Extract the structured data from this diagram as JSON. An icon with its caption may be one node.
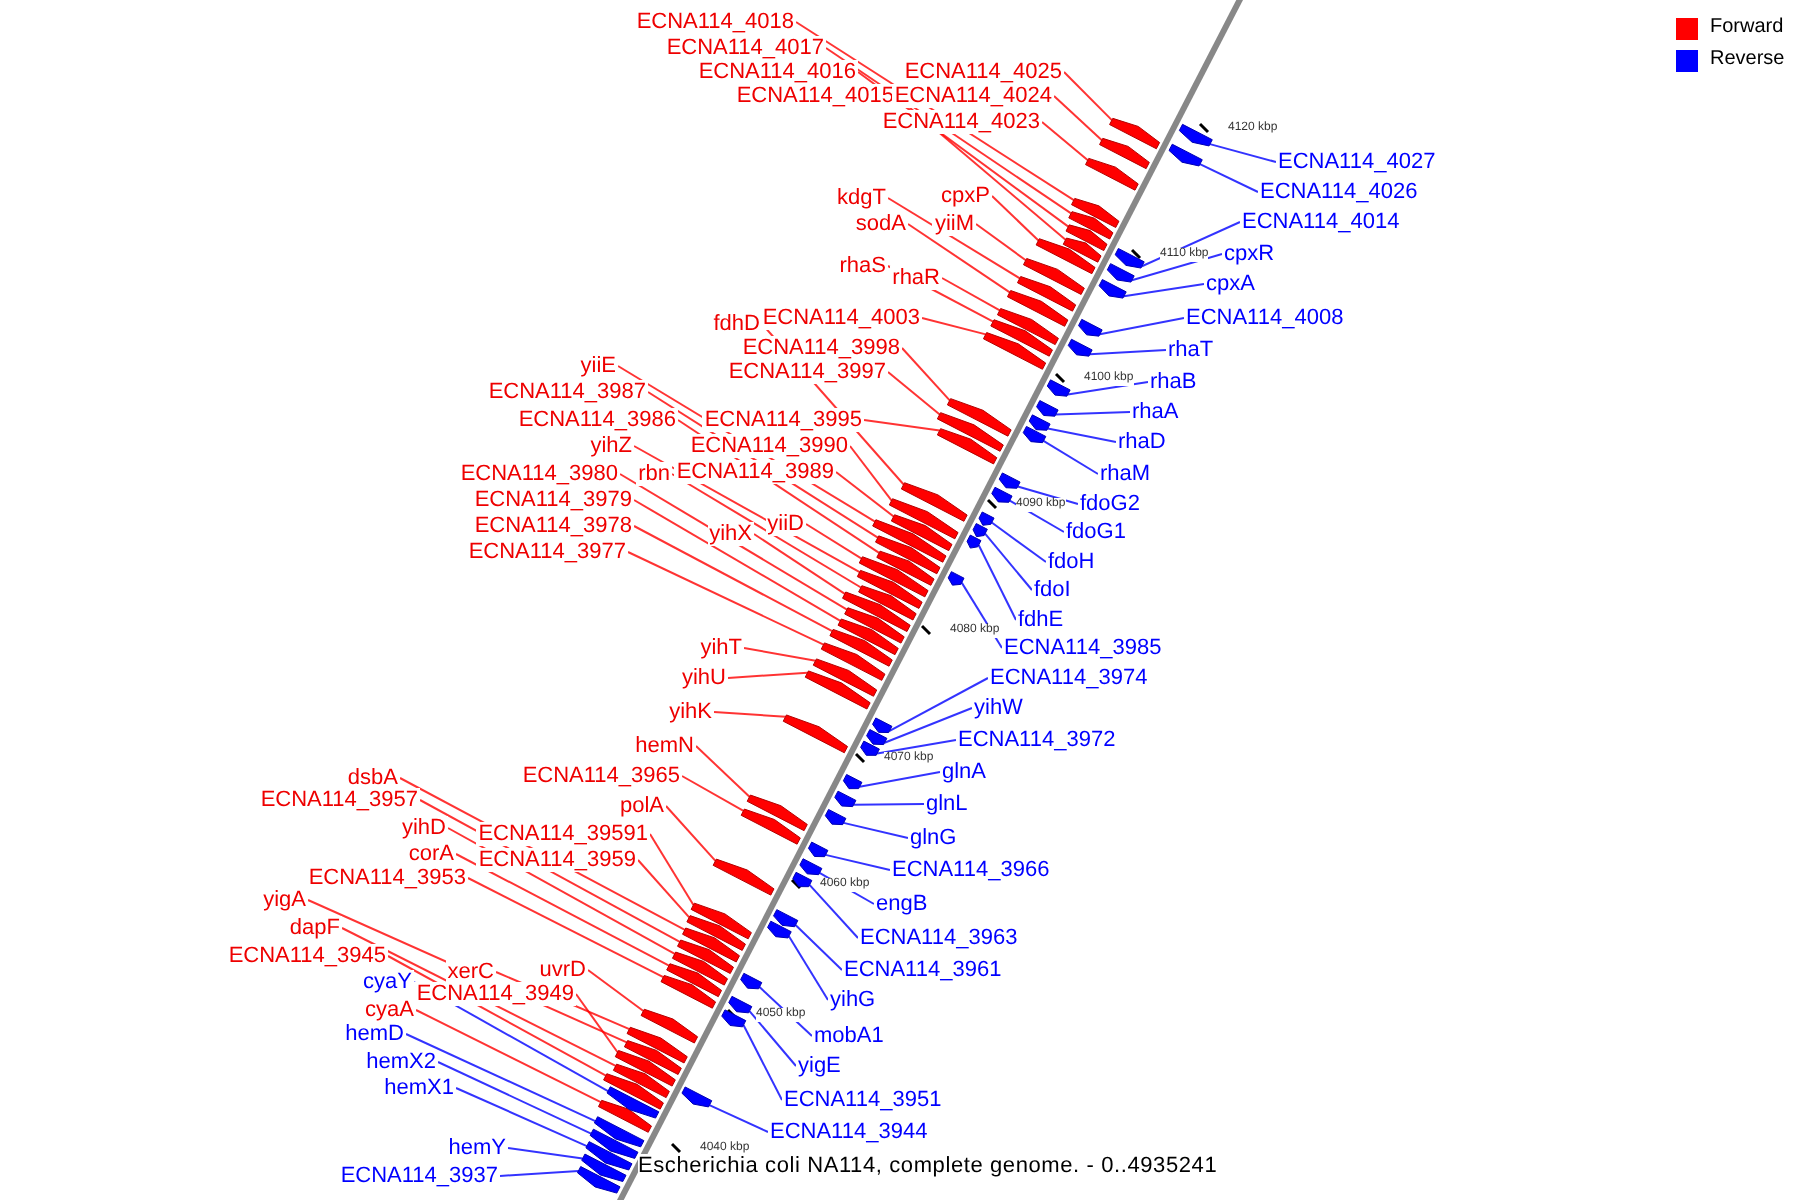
{
  "diagram": {
    "caption": "Escherichia coli NA114, complete genome. - 0..4935241",
    "nodes": [
      {
        "text": [
          "ECNA114_4018"
        ]
      },
      {
        "text": [
          "ECNA114_4017"
        ]
      },
      {
        "text": [
          "ECNA114_4016"
        ]
      },
      {
        "text": [
          "ECNA114_4015"
        ]
      },
      {
        "text": [
          "ECNA114_4025"
        ]
      },
      {
        "text": [
          "ECNA114_4024"
        ]
      },
      {
        "text": [
          "ECNA114_4023"
        ]
      },
      {
        "text": [
          "kdgT"
        ]
      },
      {
        "text": [
          "cpxP"
        ]
      },
      {
        "text": [
          "sodA"
        ]
      },
      {
        "text": [
          "yiiM"
        ]
      },
      {
        "text": [
          "rhaS"
        ]
      },
      {
        "text": [
          "rhaR"
        ]
      },
      {
        "text": [
          "fdhD"
        ]
      },
      {
        "text": [
          "ECNA114_4003"
        ]
      },
      {
        "text": [
          "ECNA114_3998"
        ]
      },
      {
        "text": [
          "ECNA114_3997"
        ]
      },
      {
        "text": [
          "yiiE"
        ]
      },
      {
        "text": [
          "ECNA114_3987"
        ]
      },
      {
        "text": [
          "ECNA114_3995"
        ]
      },
      {
        "text": [
          "ECNA114_3986"
        ]
      },
      {
        "text": [
          "ECNA114_3990"
        ]
      },
      {
        "text": [
          "yihZ"
        ]
      },
      {
        "text": [
          "ECNA114_3989"
        ]
      },
      {
        "text": [
          "ECNA114_3980"
        ]
      },
      {
        "text": [
          "rbn"
        ]
      },
      {
        "text": [
          "ECNA114_3979"
        ]
      },
      {
        "text": [
          "yiiD"
        ]
      },
      {
        "text": [
          "yihX"
        ]
      },
      {
        "text": [
          "ECNA114_3978"
        ]
      },
      {
        "text": [
          "ECNA114_3977"
        ]
      },
      {
        "text": [
          "yihT"
        ]
      },
      {
        "text": [
          "yihU"
        ]
      },
      {
        "text": [
          "yihK"
        ]
      },
      {
        "text": [
          "hemN"
        ]
      },
      {
        "text": [
          "ECNA114_3965"
        ]
      },
      {
        "text": [
          "dsbA"
        ]
      },
      {
        "text": [
          "ECNA114_3957"
        ]
      },
      {
        "text": [
          "polA"
        ]
      },
      {
        "text": [
          "yihD"
        ]
      },
      {
        "text": [
          "ECNA114_39591"
        ]
      },
      {
        "text": [
          "corA"
        ]
      },
      {
        "text": [
          "ECNA114_3959"
        ]
      },
      {
        "text": [
          "ECNA114_3953"
        ]
      },
      {
        "text": [
          "yigA"
        ]
      },
      {
        "text": [
          "dapF"
        ]
      },
      {
        "text": [
          "ECNA114_3945"
        ]
      },
      {
        "text": [
          "xerC"
        ]
      },
      {
        "text": [
          "uvrD"
        ]
      },
      {
        "text": [
          "ECNA114_3949"
        ]
      },
      {
        "text": [
          "cyaA"
        ]
      },
      {
        "text": [
          "cyaY"
        ]
      },
      {
        "text": [
          "hemD"
        ]
      },
      {
        "text": [
          "hemX2"
        ]
      },
      {
        "text": [
          "hemX1"
        ]
      },
      {
        "text": [
          "hemY"
        ]
      },
      {
        "text": [
          "ECNA114_3937"
        ]
      },
      {
        "text": [
          "ECNA114_4027"
        ]
      },
      {
        "text": [
          "ECNA114_4026"
        ]
      },
      {
        "text": [
          "ECNA114_4014"
        ]
      },
      {
        "text": [
          "cpxR"
        ]
      },
      {
        "text": [
          "cpxA"
        ]
      },
      {
        "text": [
          "ECNA114_4008"
        ]
      },
      {
        "text": [
          "rhaT"
        ]
      },
      {
        "text": [
          "rhaB"
        ]
      },
      {
        "text": [
          "rhaA"
        ]
      },
      {
        "text": [
          "rhaD"
        ]
      },
      {
        "text": [
          "rhaM"
        ]
      },
      {
        "text": [
          "fdoG2"
        ]
      },
      {
        "text": [
          "fdoG1"
        ]
      },
      {
        "text": [
          "fdoH"
        ]
      },
      {
        "text": [
          "fdoI"
        ]
      },
      {
        "text": [
          "fdhE"
        ]
      },
      {
        "text": [
          "ECNA114_3985"
        ]
      },
      {
        "text": [
          "ECNA114_3974"
        ]
      },
      {
        "text": [
          "yihW"
        ]
      },
      {
        "text": [
          "ECNA114_3972"
        ]
      },
      {
        "text": [
          "glnA"
        ]
      },
      {
        "text": [
          "glnL"
        ]
      },
      {
        "text": [
          "glnG"
        ]
      },
      {
        "text": [
          "ECNA114_3966"
        ]
      },
      {
        "text": [
          "engB"
        ]
      },
      {
        "text": [
          "ECNA114_3963"
        ]
      },
      {
        "text": [
          "ECNA114_3961"
        ]
      },
      {
        "text": [
          "yihG"
        ]
      },
      {
        "text": [
          "mobA1"
        ]
      },
      {
        "text": [
          "yigE"
        ]
      },
      {
        "text": [
          "ECNA114_3951"
        ]
      },
      {
        "text": [
          "ECNA114_3944"
        ]
      },
      {
        "text": [],
        "shape": "box"
      },
      {
        "text": [],
        "shape": "box"
      },
      {
        "text": [],
        "shape": "box"
      },
      {
        "text": [],
        "shape": "box"
      },
      {
        "text": [],
        "shape": "box"
      },
      {
        "text": [],
        "shape": "box"
      },
      {
        "text": [],
        "shape": "box"
      },
      {
        "text": [],
        "shape": "box"
      },
      {
        "text": [],
        "shape": "box"
      },
      {
        "text": [],
        "shape": "box"
      },
      {
        "text": [],
        "shape": "box"
      },
      {
        "text": [],
        "shape": "box"
      },
      {
        "text": [],
        "shape": "box"
      },
      {
        "text": [],
        "shape": "box"
      },
      {
        "text": [],
        "shape": "box"
      },
      {
        "text": [],
        "shape": "box"
      },
      {
        "text": [],
        "shape": "box"
      },
      {
        "text": [],
        "shape": "box"
      },
      {
        "text": [],
        "shape": "box"
      },
      {
        "text": [],
        "shape": "box"
      },
      {
        "text": [],
        "shape": "box"
      },
      {
        "text": [],
        "shape": "box"
      },
      {
        "text": [],
        "shape": "box"
      },
      {
        "text": [],
        "shape": "box"
      },
      {
        "text": [],
        "shape": "box"
      },
      {
        "text": [],
        "shape": "box"
      },
      {
        "text": [],
        "shape": "box"
      },
      {
        "text": [],
        "shape": "box"
      },
      {
        "text": [],
        "shape": "box"
      },
      {
        "text": [],
        "shape": "box"
      },
      {
        "text": [],
        "shape": "box"
      },
      {
        "text": [],
        "shape": "box"
      },
      {
        "text": [],
        "shape": "box"
      },
      {
        "text": [],
        "shape": "box"
      },
      {
        "text": [],
        "shape": "box"
      },
      {
        "text": [],
        "shape": "box"
      },
      {
        "text": [],
        "shape": "box"
      },
      {
        "text": [],
        "shape": "box"
      },
      {
        "text": [],
        "shape": "box"
      },
      {
        "text": [],
        "shape": "box"
      },
      {
        "text": [],
        "shape": "box"
      },
      {
        "text": [],
        "shape": "box"
      },
      {
        "text": [],
        "shape": "box"
      },
      {
        "text": [],
        "shape": "box"
      },
      {
        "text": [],
        "shape": "box"
      },
      {
        "text": [],
        "shape": "box"
      },
      {
        "text": [],
        "shape": "box"
      },
      {
        "text": [],
        "shape": "box"
      },
      {
        "text": [],
        "shape": "box"
      },
      {
        "text": [],
        "shape": "box"
      },
      {
        "text": [],
        "shape": "box"
      },
      {
        "text": [],
        "shape": "box"
      },
      {
        "text": [],
        "shape": "box"
      },
      {
        "text": [],
        "shape": "box"
      },
      {
        "text": [],
        "shape": "box"
      },
      {
        "text": [],
        "shape": "box"
      },
      {
        "text": [],
        "shape": "box"
      },
      {
        "text": [],
        "shape": "box"
      },
      {
        "text": [],
        "shape": "box"
      },
      {
        "text": [],
        "shape": "box"
      },
      {
        "text": [],
        "shape": "box"
      },
      {
        "text": [],
        "shape": "box"
      },
      {
        "text": [],
        "shape": "box"
      },
      {
        "text": [],
        "shape": "box"
      },
      {
        "text": [],
        "shape": "box"
      },
      {
        "text": [],
        "shape": "box"
      },
      {
        "text": [],
        "shape": "box"
      },
      {
        "text": [],
        "shape": "box"
      },
      {
        "text": [],
        "shape": "box"
      },
      {
        "text": [],
        "shape": "box"
      },
      {
        "text": [],
        "shape": "box"
      },
      {
        "text": [],
        "shape": "box"
      },
      {
        "text": [],
        "shape": "box"
      },
      {
        "text": [],
        "shape": "box"
      },
      {
        "text": [],
        "shape": "box"
      },
      {
        "text": [],
        "shape": "box"
      },
      {
        "text": [],
        "shape": "box"
      },
      {
        "text": [],
        "shape": "box"
      },
      {
        "text": [],
        "shape": "box"
      },
      {
        "text": [],
        "shape": "box"
      },
      {
        "text": [],
        "shape": "box"
      },
      {
        "text": [],
        "shape": "box"
      },
      {
        "text": [],
        "shape": "box"
      },
      {
        "text": [],
        "shape": "box"
      },
      {
        "text": [],
        "shape": "box"
      },
      {
        "text": [],
        "shape": "box"
      },
      {
        "text": [],
        "shape": "box"
      },
      {
        "text": [],
        "shape": "box"
      },
      {
        "text": [],
        "shape": "box"
      }
    ],
    "edges": [
      {
        "from": 0,
        "to": 89,
        "arrow": "none"
      },
      {
        "from": 1,
        "to": 90,
        "arrow": "none"
      },
      {
        "from": 2,
        "to": 91,
        "arrow": "none"
      },
      {
        "from": 3,
        "to": 92,
        "arrow": "none"
      },
      {
        "from": 4,
        "to": 93,
        "arrow": "none"
      },
      {
        "from": 5,
        "to": 94,
        "arrow": "none"
      },
      {
        "from": 6,
        "to": 95,
        "arrow": "none"
      },
      {
        "from": 7,
        "to": 96,
        "arrow": "none"
      },
      {
        "from": 8,
        "to": 97,
        "arrow": "none"
      },
      {
        "from": 9,
        "to": 98,
        "arrow": "none"
      },
      {
        "from": 10,
        "to": 99,
        "arrow": "none"
      },
      {
        "from": 11,
        "to": 100,
        "arrow": "none"
      },
      {
        "from": 12,
        "to": 101,
        "arrow": "none"
      },
      {
        "from": 13,
        "to": 102,
        "arrow": "none"
      },
      {
        "from": 14,
        "to": 103,
        "arrow": "none"
      },
      {
        "from": 15,
        "to": 104,
        "arrow": "none"
      },
      {
        "from": 16,
        "to": 105,
        "arrow": "none"
      },
      {
        "from": 17,
        "to": 106,
        "arrow": "none"
      },
      {
        "from": 18,
        "to": 107,
        "arrow": "none"
      },
      {
        "from": 19,
        "to": 108,
        "arrow": "none"
      },
      {
        "from": 20,
        "to": 109,
        "arrow": "none"
      },
      {
        "from": 21,
        "to": 110,
        "arrow": "none"
      },
      {
        "from": 22,
        "to": 111,
        "arrow": "none"
      },
      {
        "from": 23,
        "to": 112,
        "arrow": "none"
      },
      {
        "from": 24,
        "to": 113,
        "arrow": "none"
      },
      {
        "from": 25,
        "to": 114,
        "arrow": "none"
      },
      {
        "from": 26,
        "to": 115,
        "arrow": "none"
      },
      {
        "from": 27,
        "to": 116,
        "arrow": "none"
      },
      {
        "from": 28,
        "to": 117,
        "arrow": "none"
      },
      {
        "from": 29,
        "to": 118,
        "arrow": "none"
      },
      {
        "from": 30,
        "to": 119,
        "arrow": "none"
      },
      {
        "from": 31,
        "to": 120,
        "arrow": "none"
      },
      {
        "from": 32,
        "to": 121,
        "arrow": "none"
      },
      {
        "from": 33,
        "to": 122,
        "arrow": "none"
      },
      {
        "from": 34,
        "to": 123,
        "arrow": "none"
      },
      {
        "from": 35,
        "to": 124,
        "arrow": "none"
      },
      {
        "from": 36,
        "to": 125,
        "arrow": "none"
      },
      {
        "from": 37,
        "to": 126,
        "arrow": "none"
      },
      {
        "from": 38,
        "to": 127,
        "arrow": "none"
      },
      {
        "from": 39,
        "to": 128,
        "arrow": "none"
      },
      {
        "from": 40,
        "to": 129,
        "arrow": "none"
      },
      {
        "from": 41,
        "to": 130,
        "arrow": "none"
      },
      {
        "from": 42,
        "to": 131,
        "arrow": "none"
      },
      {
        "from": 43,
        "to": 132,
        "arrow": "none"
      },
      {
        "from": 44,
        "to": 133,
        "arrow": "none"
      },
      {
        "from": 45,
        "to": 134,
        "arrow": "none"
      },
      {
        "from": 46,
        "to": 135,
        "arrow": "none"
      },
      {
        "from": 47,
        "to": 136,
        "arrow": "none"
      },
      {
        "from": 48,
        "to": 137,
        "arrow": "none"
      },
      {
        "from": 49,
        "to": 138,
        "arrow": "none"
      },
      {
        "from": 50,
        "to": 139,
        "arrow": "none"
      },
      {
        "from": 51,
        "to": 140,
        "arrow": "none",
        "color": "#0000ff"
      },
      {
        "from": 52,
        "to": 141,
        "arrow": "none",
        "color": "#0000ff"
      },
      {
        "from": 53,
        "to": 142,
        "arrow": "none",
        "color": "#0000ff"
      },
      {
        "from": 54,
        "to": 143,
        "arrow": "none",
        "color": "#0000ff"
      },
      {
        "from": 55,
        "to": 144,
        "arrow": "none",
        "color": "#0000ff"
      },
      {
        "from": 56,
        "to": 145,
        "arrow": "none",
        "color": "#0000ff"
      },
      {
        "from": 57,
        "to": 146,
        "arrow": "none",
        "color": "#0000ff"
      },
      {
        "from": 58,
        "to": 147,
        "arrow": "none",
        "color": "#0000ff"
      },
      {
        "from": 59,
        "to": 148,
        "arrow": "none",
        "color": "#0000ff"
      },
      {
        "from": 60,
        "to": 149,
        "arrow": "none",
        "color": "#0000ff"
      },
      {
        "from": 61,
        "to": 150,
        "arrow": "none",
        "color": "#0000ff"
      },
      {
        "from": 62,
        "to": 151,
        "arrow": "none",
        "color": "#0000ff"
      },
      {
        "from": 63,
        "to": 152,
        "arrow": "none",
        "color": "#0000ff"
      },
      {
        "from": 64,
        "to": 153,
        "arrow": "none",
        "color": "#0000ff"
      },
      {
        "from": 65,
        "to": 154,
        "arrow": "none",
        "color": "#0000ff"
      },
      {
        "from": 66,
        "to": 155,
        "arrow": "none",
        "color": "#0000ff"
      },
      {
        "from": 67,
        "to": 156,
        "arrow": "none",
        "color": "#0000ff"
      },
      {
        "from": 68,
        "to": 157,
        "arrow": "none",
        "color": "#0000ff"
      },
      {
        "from": 69,
        "to": 158,
        "arrow": "none",
        "color": "#0000ff"
      },
      {
        "from": 70,
        "to": 159,
        "arrow": "none",
        "color": "#0000ff"
      },
      {
        "from": 71,
        "to": 160,
        "arrow": "none",
        "color": "#0000ff"
      },
      {
        "from": 72,
        "to": 161,
        "arrow": "none",
        "color": "#0000ff"
      },
      {
        "from": 73,
        "to": 162,
        "arrow": "none",
        "color": "#0000ff"
      },
      {
        "from": 74,
        "to": 163,
        "arrow": "none",
        "color": "#0000ff"
      },
      {
        "from": 75,
        "to": 164,
        "arrow": "none",
        "color": "#0000ff"
      },
      {
        "from": 76,
        "to": 165,
        "arrow": "none",
        "color": "#0000ff"
      },
      {
        "from": 77,
        "to": 166,
        "arrow": "none",
        "color": "#0000ff"
      },
      {
        "from": 78,
        "to": 167,
        "arrow": "none",
        "color": "#0000ff"
      },
      {
        "from": 79,
        "to": 168,
        "arrow": "none",
        "color": "#0000ff"
      },
      {
        "from": 80,
        "to": 169,
        "arrow": "none",
        "color": "#0000ff"
      },
      {
        "from": 81,
        "to": 170,
        "arrow": "none",
        "color": "#0000ff"
      },
      {
        "from": 82,
        "to": 171,
        "arrow": "none",
        "color": "#0000ff"
      },
      {
        "from": 83,
        "to": 172,
        "arrow": "none",
        "color": "#0000ff"
      },
      {
        "from": 84,
        "to": 173,
        "arrow": "none",
        "color": "#0000ff"
      },
      {
        "from": 85,
        "to": 174,
        "arrow": "none",
        "color": "#0000ff"
      },
      {
        "from": 86,
        "to": 175,
        "arrow": "none",
        "color": "#0000ff"
      },
      {
        "from": 87,
        "to": 176,
        "arrow": "none",
        "color": "#0000ff"
      },
      {
        "from": 88,
        "to": 177,
        "arrow": "none",
        "color": "#0000ff"
      }
    ],
    "labels": [
      "4120 kbp",
      "4110 kbp",
      "4100 kbp",
      "4090 kbp",
      "4080 kbp",
      "4070 kbp",
      "4060 kbp",
      "4050 kbp",
      "4040 kbp"
    ],
    "legend": [
      {
        "text": "Forward",
        "color": "#ff0000"
      },
      {
        "text": "Reverse",
        "color": "#0000ff"
      }
    ]
  }
}
